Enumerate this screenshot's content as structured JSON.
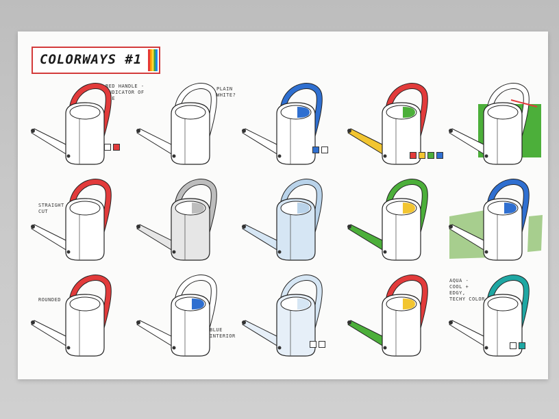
{
  "title": "COLORWAYS #1",
  "notes": {
    "red_handle": "RED HANDLE -\nINDICATOR OF\nUSE",
    "plain_white": "PLAIN\nWHITE?",
    "straight_cut": "STRAIGHT\nCUT",
    "rounded": "ROUNDED",
    "blue_interior": "BLUE\nINTERIOR",
    "aqua": "AQUA -\nCOOL +\nEDGY,\nTECHY COLOR."
  },
  "colors": {
    "red": "#e23b3b",
    "blue": "#2f6fd0",
    "light_blue": "#b9d3ea",
    "green": "#4caf3a",
    "yellow": "#f2c531",
    "grey": "#bdbdbd",
    "aqua": "#1fa7a3",
    "white": "#ffffff"
  },
  "cans": [
    {
      "row": 0,
      "col": 0,
      "handle": "#e23b3b",
      "body": "#ffffff",
      "interior": "#ffffff",
      "spout": "#ffffff"
    },
    {
      "row": 0,
      "col": 1,
      "handle": "#ffffff",
      "body": "#ffffff",
      "interior": "#ffffff",
      "spout": "#ffffff"
    },
    {
      "row": 0,
      "col": 2,
      "handle": "#2f6fd0",
      "body": "#ffffff",
      "interior": "#2f6fd0",
      "spout": "#ffffff"
    },
    {
      "row": 0,
      "col": 3,
      "handle": "#e23b3b",
      "body": "#ffffff",
      "interior": "#4caf3a",
      "spout": "#f2c531"
    },
    {
      "row": 0,
      "col": 4,
      "handle": "#ffffff",
      "body": "#ffffff",
      "interior": "#ffffff",
      "spout": "#ffffff",
      "bg": "#4caf3a",
      "accent": "#e23b3b"
    },
    {
      "row": 1,
      "col": 0,
      "handle": "#e23b3b",
      "body": "#ffffff",
      "interior": "#ffffff",
      "spout": "#ffffff"
    },
    {
      "row": 1,
      "col": 1,
      "handle": "#bdbdbd",
      "body": "#e6e6e6",
      "interior": "#bdbdbd",
      "spout": "#e6e6e6"
    },
    {
      "row": 1,
      "col": 2,
      "handle": "#b9d3ea",
      "body": "#d6e6f4",
      "interior": "#b9d3ea",
      "spout": "#d6e6f4"
    },
    {
      "row": 1,
      "col": 3,
      "handle": "#4caf3a",
      "body": "#ffffff",
      "interior": "#f2c531",
      "spout": "#4caf3a"
    },
    {
      "row": 1,
      "col": 4,
      "handle": "#2f6fd0",
      "body": "#ffffff",
      "interior": "#2f6fd0",
      "spout": "#ffffff",
      "grass": "#8bbf6a"
    },
    {
      "row": 2,
      "col": 0,
      "handle": "#e23b3b",
      "body": "#ffffff",
      "interior": "#ffffff",
      "spout": "#ffffff"
    },
    {
      "row": 2,
      "col": 1,
      "handle": "#ffffff",
      "body": "#ffffff",
      "interior": "#2f6fd0",
      "spout": "#ffffff"
    },
    {
      "row": 2,
      "col": 2,
      "handle": "#d6e6f4",
      "body": "#e6eff8",
      "interior": "#d6e6f4",
      "spout": "#e6eff8"
    },
    {
      "row": 2,
      "col": 3,
      "handle": "#e23b3b",
      "body": "#ffffff",
      "interior": "#f2c531",
      "spout": "#4caf3a"
    },
    {
      "row": 2,
      "col": 4,
      "handle": "#1fa7a3",
      "body": "#ffffff",
      "interior": "#ffffff",
      "spout": "#ffffff"
    }
  ],
  "swatches": [
    {
      "group": "r0c0",
      "colors": [
        "#ffffff",
        "#e23b3b"
      ]
    },
    {
      "group": "r0c2",
      "colors": [
        "#2f6fd0",
        "#ffffff"
      ]
    },
    {
      "group": "r0c3",
      "colors": [
        "#e23b3b",
        "#f2c531",
        "#4caf3a",
        "#2f6fd0"
      ]
    },
    {
      "group": "r2c2",
      "colors": [
        "#ffffff",
        "#ffffff"
      ]
    },
    {
      "group": "r2c4",
      "colors": [
        "#ffffff",
        "#1fa7a3"
      ]
    }
  ]
}
